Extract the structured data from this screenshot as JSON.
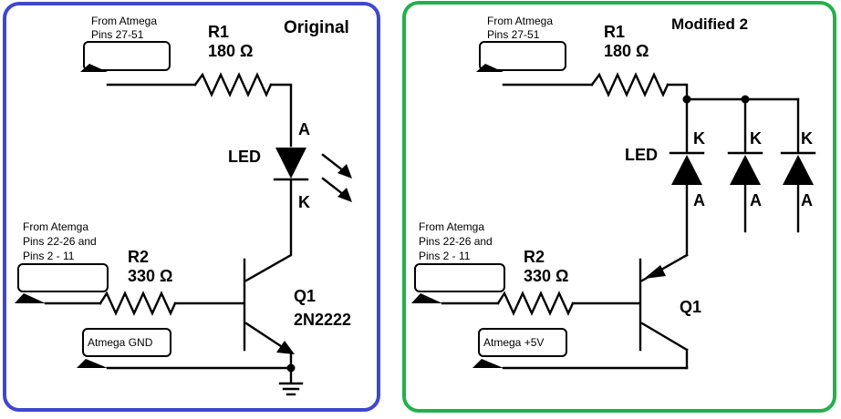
{
  "panels": {
    "original": {
      "title": "Original",
      "border_color": "#3f48cc",
      "pins_top": [
        "From Atmega",
        "Pins 27-51"
      ],
      "r1": {
        "name": "R1",
        "value": "180 Ω"
      },
      "led": {
        "label": "LED",
        "anode": "A",
        "cathode": "K"
      },
      "pins_left": [
        "From Atemga",
        "Pins 22-26 and",
        "Pins 2 - 11"
      ],
      "r2": {
        "name": "R2",
        "value": "330 Ω"
      },
      "q1": {
        "name": "Q1",
        "part": "2N2222"
      },
      "supply_box": "Atmega GND"
    },
    "modified": {
      "title": "Modified 2",
      "border_color": "#22b14c",
      "pins_top": [
        "From Atmega",
        "Pins 27-51"
      ],
      "r1": {
        "name": "R1",
        "value": "180 Ω"
      },
      "led": {
        "label": "LED",
        "cathode": "K",
        "anode": "A"
      },
      "pins_left": [
        "From Atemga",
        "Pins 22-26 and",
        "Pins 2 - 11"
      ],
      "r2": {
        "name": "R2",
        "value": "330 Ω"
      },
      "q1": {
        "name": "Q1"
      },
      "supply_box": "Atmega +5V"
    }
  }
}
